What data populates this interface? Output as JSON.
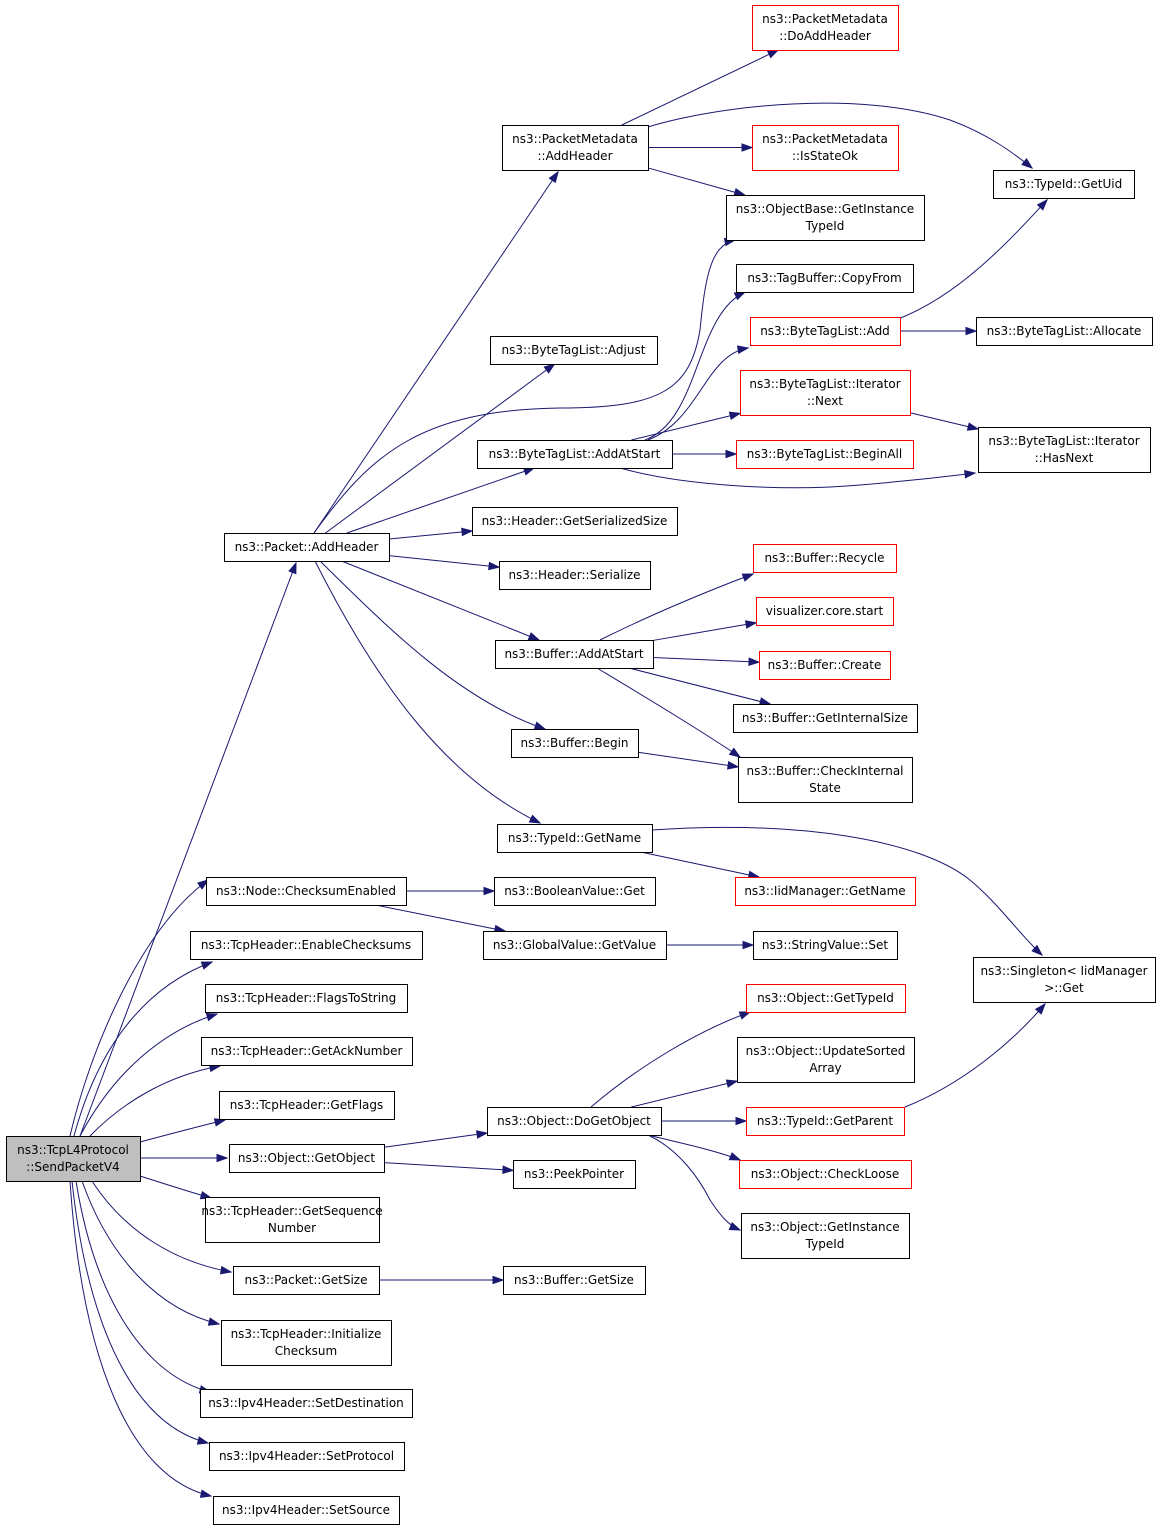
{
  "diagram": {
    "colors": {
      "node_border": "#000000",
      "node_border_truncated": "#ff0000",
      "root_fill": "#bfbfbf",
      "edge": "#191970"
    },
    "nodes": [
      {
        "id": "root",
        "lines": [
          "ns3::TcpL4Protocol",
          "::SendPacketV4"
        ]
      },
      {
        "id": "packet_addheader",
        "lines": [
          "ns3::Packet::AddHeader"
        ]
      },
      {
        "id": "node_checksumenabled",
        "lines": [
          "ns3::Node::ChecksumEnabled"
        ]
      },
      {
        "id": "tcp_enablechecksums",
        "lines": [
          "ns3::TcpHeader::EnableChecksums"
        ]
      },
      {
        "id": "tcp_flagstostring",
        "lines": [
          "ns3::TcpHeader::FlagsToString"
        ]
      },
      {
        "id": "tcp_getacknumber",
        "lines": [
          "ns3::TcpHeader::GetAckNumber"
        ]
      },
      {
        "id": "tcp_getflags",
        "lines": [
          "ns3::TcpHeader::GetFlags"
        ]
      },
      {
        "id": "object_getobject",
        "lines": [
          "ns3::Object::GetObject"
        ]
      },
      {
        "id": "tcp_getsequencenumber",
        "lines": [
          "ns3::TcpHeader::GetSequence",
          "Number"
        ]
      },
      {
        "id": "packet_getsize",
        "lines": [
          "ns3::Packet::GetSize"
        ]
      },
      {
        "id": "tcp_initializechecksum",
        "lines": [
          "ns3::TcpHeader::Initialize",
          "Checksum"
        ]
      },
      {
        "id": "ipv4_setdestination",
        "lines": [
          "ns3::Ipv4Header::SetDestination"
        ]
      },
      {
        "id": "ipv4_setprotocol",
        "lines": [
          "ns3::Ipv4Header::SetProtocol"
        ]
      },
      {
        "id": "ipv4_setsource",
        "lines": [
          "ns3::Ipv4Header::SetSource"
        ]
      },
      {
        "id": "pm_addheader",
        "lines": [
          "ns3::PacketMetadata",
          "::AddHeader"
        ]
      },
      {
        "id": "btl_adjust",
        "lines": [
          "ns3::ByteTagList::Adjust"
        ]
      },
      {
        "id": "btl_addatstart",
        "lines": [
          "ns3::ByteTagList::AddAtStart"
        ]
      },
      {
        "id": "header_getserializedsize",
        "lines": [
          "ns3::Header::GetSerializedSize"
        ]
      },
      {
        "id": "header_serialize",
        "lines": [
          "ns3::Header::Serialize"
        ]
      },
      {
        "id": "buffer_addatstart",
        "lines": [
          "ns3::Buffer::AddAtStart"
        ]
      },
      {
        "id": "buffer_begin",
        "lines": [
          "ns3::Buffer::Begin"
        ]
      },
      {
        "id": "typeid_getname",
        "lines": [
          "ns3::TypeId::GetName"
        ]
      },
      {
        "id": "booleanvalue_get",
        "lines": [
          "ns3::BooleanValue::Get"
        ]
      },
      {
        "id": "globalvalue_getvalue",
        "lines": [
          "ns3::GlobalValue::GetValue"
        ]
      },
      {
        "id": "object_dogetobject",
        "lines": [
          "ns3::Object::DoGetObject"
        ]
      },
      {
        "id": "peekpointer",
        "lines": [
          "ns3::PeekPointer"
        ]
      },
      {
        "id": "buffer_getsize",
        "lines": [
          "ns3::Buffer::GetSize"
        ]
      },
      {
        "id": "pm_doaddheader",
        "red": true,
        "lines": [
          "ns3::PacketMetadata",
          "::DoAddHeader"
        ]
      },
      {
        "id": "pm_isstateok",
        "red": true,
        "lines": [
          "ns3::PacketMetadata",
          "::IsStateOk"
        ]
      },
      {
        "id": "objectbase_getinstancetypeid",
        "lines": [
          "ns3::ObjectBase::GetInstance",
          "TypeId"
        ]
      },
      {
        "id": "tagbuffer_copyfrom",
        "lines": [
          "ns3::TagBuffer::CopyFrom"
        ]
      },
      {
        "id": "btl_add",
        "red": true,
        "lines": [
          "ns3::ByteTagList::Add"
        ]
      },
      {
        "id": "btl_iterator_next",
        "red": true,
        "lines": [
          "ns3::ByteTagList::Iterator",
          "::Next"
        ]
      },
      {
        "id": "btl_beginall",
        "red": true,
        "lines": [
          "ns3::ByteTagList::BeginAll"
        ]
      },
      {
        "id": "buffer_recycle",
        "red": true,
        "lines": [
          "ns3::Buffer::Recycle"
        ]
      },
      {
        "id": "visualizer_core_start",
        "red": true,
        "lines": [
          "visualizer.core.start"
        ]
      },
      {
        "id": "buffer_create",
        "red": true,
        "lines": [
          "ns3::Buffer::Create"
        ]
      },
      {
        "id": "buffer_getinternalsize",
        "lines": [
          "ns3::Buffer::GetInternalSize"
        ]
      },
      {
        "id": "buffer_checkinternalstate",
        "lines": [
          "ns3::Buffer::CheckInternal",
          "State"
        ]
      },
      {
        "id": "iidmanager_getname",
        "red": true,
        "lines": [
          "ns3::IidManager::GetName"
        ]
      },
      {
        "id": "stringvalue_set",
        "lines": [
          "ns3::StringValue::Set"
        ]
      },
      {
        "id": "object_gettypeid",
        "red": true,
        "lines": [
          "ns3::Object::GetTypeId"
        ]
      },
      {
        "id": "object_updatesortedarray",
        "lines": [
          "ns3::Object::UpdateSorted",
          "Array"
        ]
      },
      {
        "id": "typeid_getparent",
        "red": true,
        "lines": [
          "ns3::TypeId::GetParent"
        ]
      },
      {
        "id": "object_checkloose",
        "red": true,
        "lines": [
          "ns3::Object::CheckLoose"
        ]
      },
      {
        "id": "object_getinstancetypeid",
        "lines": [
          "ns3::Object::GetInstance",
          "TypeId"
        ]
      },
      {
        "id": "typeid_getuid",
        "lines": [
          "ns3::TypeId::GetUid"
        ]
      },
      {
        "id": "btl_allocate",
        "lines": [
          "ns3::ByteTagList::Allocate"
        ]
      },
      {
        "id": "btl_iterator_hasnext",
        "lines": [
          "ns3::ByteTagList::Iterator",
          "::HasNext"
        ]
      },
      {
        "id": "singleton_iidmanager_get",
        "lines": [
          "ns3::Singleton< IidManager",
          ">::Get"
        ]
      }
    ],
    "edges": [
      [
        "root",
        "packet_addheader"
      ],
      [
        "root",
        "node_checksumenabled"
      ],
      [
        "root",
        "tcp_enablechecksums"
      ],
      [
        "root",
        "tcp_flagstostring"
      ],
      [
        "root",
        "tcp_getacknumber"
      ],
      [
        "root",
        "tcp_getflags"
      ],
      [
        "root",
        "object_getobject"
      ],
      [
        "root",
        "tcp_getsequencenumber"
      ],
      [
        "root",
        "packet_getsize"
      ],
      [
        "root",
        "tcp_initializechecksum"
      ],
      [
        "root",
        "ipv4_setdestination"
      ],
      [
        "root",
        "ipv4_setprotocol"
      ],
      [
        "root",
        "ipv4_setsource"
      ],
      [
        "packet_addheader",
        "pm_addheader"
      ],
      [
        "packet_addheader",
        "objectbase_getinstancetypeid"
      ],
      [
        "packet_addheader",
        "btl_adjust"
      ],
      [
        "packet_addheader",
        "btl_addatstart"
      ],
      [
        "packet_addheader",
        "header_getserializedsize"
      ],
      [
        "packet_addheader",
        "header_serialize"
      ],
      [
        "packet_addheader",
        "buffer_addatstart"
      ],
      [
        "packet_addheader",
        "buffer_begin"
      ],
      [
        "packet_addheader",
        "typeid_getname"
      ],
      [
        "pm_addheader",
        "pm_doaddheader"
      ],
      [
        "pm_addheader",
        "typeid_getuid"
      ],
      [
        "pm_addheader",
        "pm_isstateok"
      ],
      [
        "pm_addheader",
        "objectbase_getinstancetypeid"
      ],
      [
        "btl_addatstart",
        "tagbuffer_copyfrom"
      ],
      [
        "btl_addatstart",
        "btl_add"
      ],
      [
        "btl_addatstart",
        "btl_iterator_next"
      ],
      [
        "btl_addatstart",
        "btl_beginall"
      ],
      [
        "btl_addatstart",
        "btl_iterator_hasnext"
      ],
      [
        "btl_add",
        "typeid_getuid"
      ],
      [
        "btl_add",
        "btl_allocate"
      ],
      [
        "btl_iterator_next",
        "btl_iterator_hasnext"
      ],
      [
        "buffer_addatstart",
        "buffer_recycle"
      ],
      [
        "buffer_addatstart",
        "visualizer_core_start"
      ],
      [
        "buffer_addatstart",
        "buffer_create"
      ],
      [
        "buffer_addatstart",
        "buffer_getinternalsize"
      ],
      [
        "buffer_addatstart",
        "buffer_checkinternalstate"
      ],
      [
        "buffer_begin",
        "buffer_checkinternalstate"
      ],
      [
        "typeid_getname",
        "iidmanager_getname"
      ],
      [
        "typeid_getname",
        "singleton_iidmanager_get"
      ],
      [
        "node_checksumenabled",
        "booleanvalue_get"
      ],
      [
        "node_checksumenabled",
        "globalvalue_getvalue"
      ],
      [
        "globalvalue_getvalue",
        "stringvalue_set"
      ],
      [
        "object_getobject",
        "object_dogetobject"
      ],
      [
        "object_getobject",
        "peekpointer"
      ],
      [
        "object_dogetobject",
        "object_gettypeid"
      ],
      [
        "object_dogetobject",
        "object_updatesortedarray"
      ],
      [
        "object_dogetobject",
        "typeid_getparent"
      ],
      [
        "object_dogetobject",
        "object_checkloose"
      ],
      [
        "object_dogetobject",
        "object_getinstancetypeid"
      ],
      [
        "typeid_getparent",
        "singleton_iidmanager_get"
      ],
      [
        "packet_getsize",
        "buffer_getsize"
      ]
    ]
  }
}
